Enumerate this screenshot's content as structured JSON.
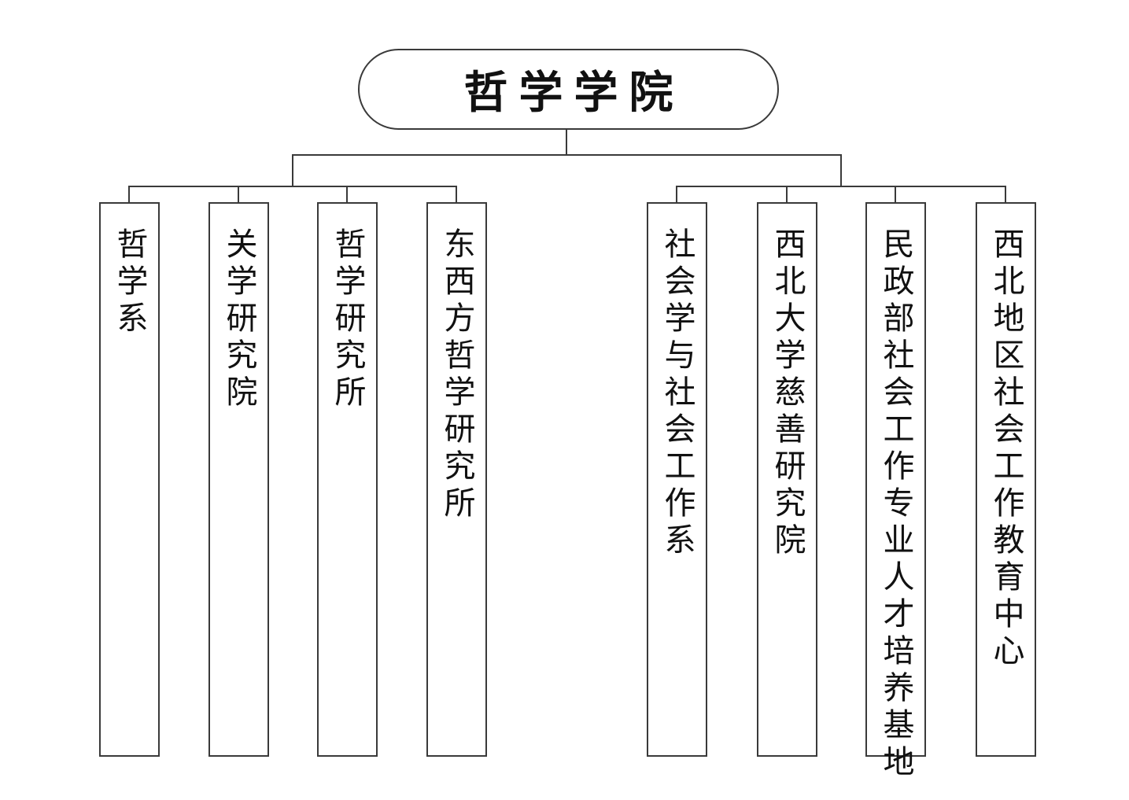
{
  "root": {
    "label": "哲学学院"
  },
  "departments": [
    {
      "label": "哲学系"
    },
    {
      "label": "关学研究院"
    },
    {
      "label": "哲学研究所"
    },
    {
      "label": "东西方哲学研究所"
    },
    {
      "label": "社会学与社会工作系"
    },
    {
      "label": "西北大学慈善研究院"
    },
    {
      "label": "民政部社会工作专业人才培养基地"
    },
    {
      "label": "西北地区社会工作教育中心"
    }
  ],
  "colors": {
    "line": "#3a3a3a",
    "border": "#3a3a3a",
    "text": "#111111",
    "background": "#ffffff"
  }
}
